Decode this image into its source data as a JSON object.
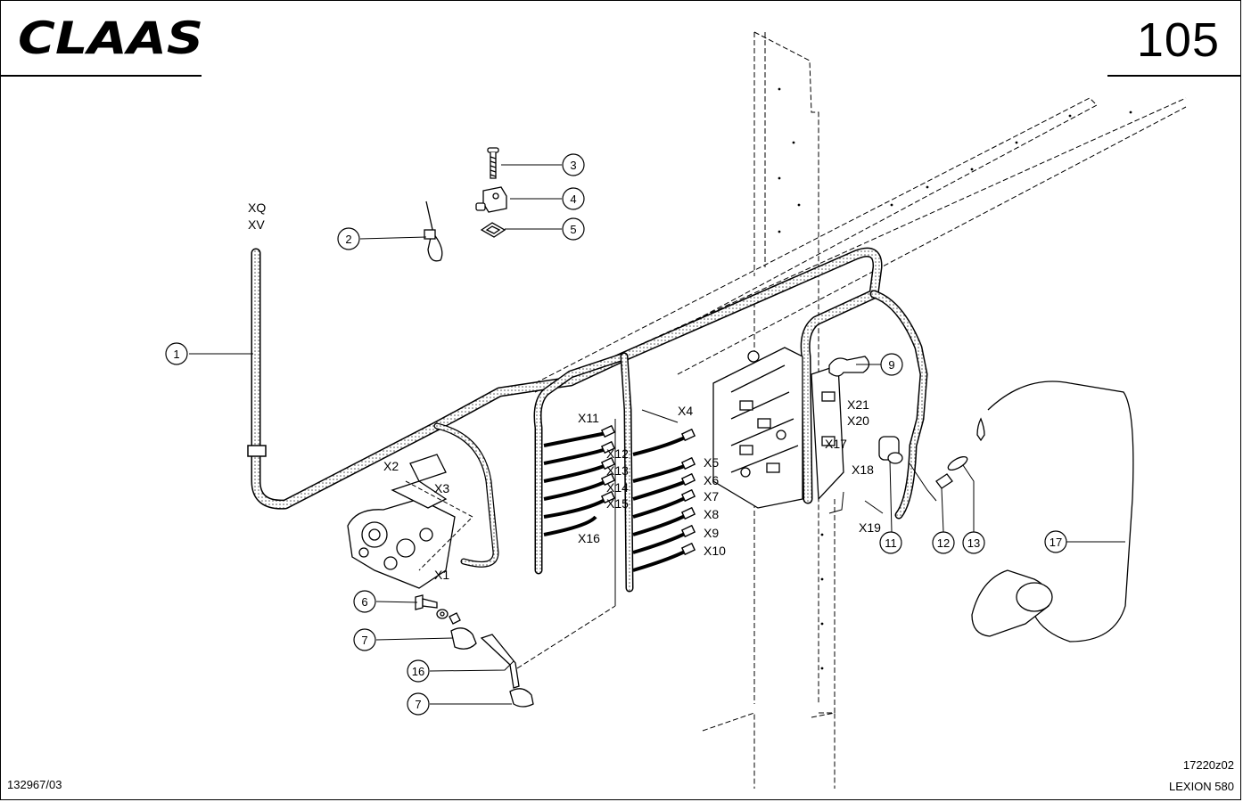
{
  "header": {
    "brand": "CLAAS",
    "page_number": "105"
  },
  "footer": {
    "doc_number": "132967/03",
    "drawing_ref": "17220z02",
    "model": "LEXION 580"
  },
  "harness_top_labels": [
    "XQ",
    "XV"
  ],
  "callouts": [
    "1",
    "2",
    "3",
    "4",
    "5",
    "6",
    "7",
    "7",
    "9",
    "11",
    "12",
    "13",
    "16",
    "17"
  ],
  "connectors": [
    "X1",
    "X2",
    "X3",
    "X4",
    "X5",
    "X6",
    "X7",
    "X8",
    "X9",
    "X10",
    "X11",
    "X12",
    "X13",
    "X14",
    "X15",
    "X16",
    "X17",
    "X18",
    "X19",
    "X20",
    "X21"
  ]
}
